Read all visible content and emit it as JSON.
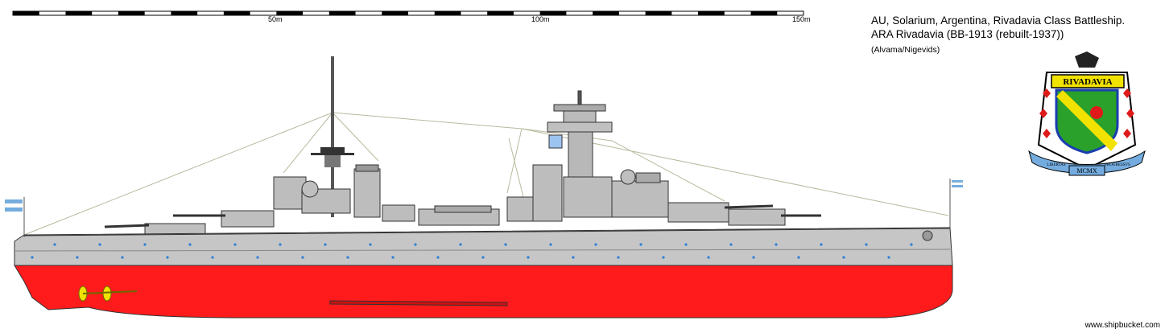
{
  "scale": {
    "marks": [
      {
        "label": "50m",
        "metres": 50
      },
      {
        "label": "100m",
        "metres": 100
      },
      {
        "label": "150m",
        "metres": 150
      }
    ],
    "max_metres": 150,
    "segments": 30
  },
  "title": {
    "line1": "AU, Solarium, Argentina, Rivadavia Class Battleship.",
    "line2": "ARA Rivadavia (BB-1913 (rebuilt-1937))"
  },
  "credit": "(Alvama/Nigevids)",
  "emblem": {
    "name": "RIVADAVIA",
    "motto_left": "LIBERTAS",
    "motto_right": "PROGRESSVS",
    "year": "MCMX"
  },
  "watermark": "www.shipbucket.com",
  "colors": {
    "hull_upper": "#c6c6c6",
    "hull_lower": "#ff1b1b",
    "superstructure": "#bdbdbd",
    "outline": "#333333",
    "portholes": "#2a7fd4",
    "emblem_green": "#2aa12a",
    "emblem_yellow": "#f2e200",
    "emblem_blue": "#1a3db0",
    "emblem_red": "#e01a1a",
    "flag_blue": "#74acdf"
  }
}
